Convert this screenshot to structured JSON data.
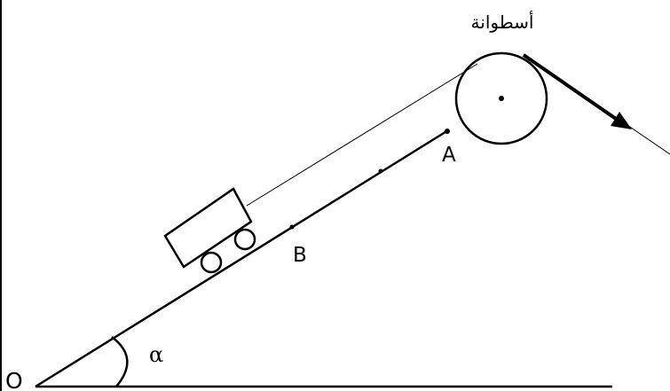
{
  "labels": {
    "origin": "O",
    "point_a": "A",
    "point_b": "B",
    "angle": "α",
    "cylinder": "أسطوانة"
  },
  "colors": {
    "ink": "#000000",
    "background": "#ffffff"
  }
}
